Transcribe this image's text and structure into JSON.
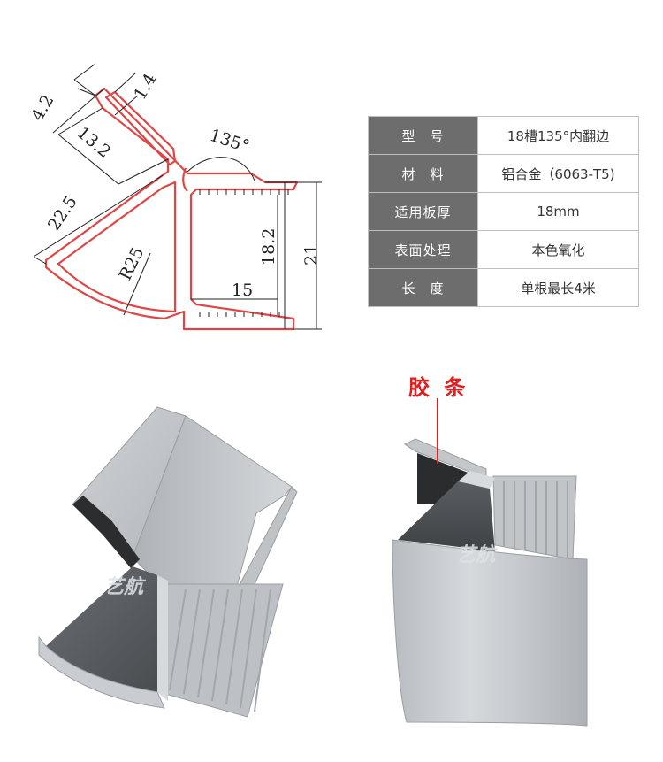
{
  "drawing": {
    "dim_4_2": "4.2",
    "dim_1_4": "1.4",
    "dim_13_2": "13.2",
    "dim_22_5": "22.5",
    "dim_135": "135°",
    "dim_r25": "R25",
    "dim_18_2": "18.2",
    "dim_21": "21",
    "dim_15": "15"
  },
  "spec_table": {
    "rows": [
      {
        "label": "型　号",
        "value": "18槽135°内翻边"
      },
      {
        "label": "材　料",
        "value": "铝合金（6063-T5)"
      },
      {
        "label": "适用板厚",
        "value": "18mm"
      },
      {
        "label": "表面处理",
        "value": "本色氧化"
      },
      {
        "label": "长　度",
        "value": "单根最长4米"
      }
    ]
  },
  "photos": {
    "right_label": "胶 条",
    "watermark": "艺航"
  },
  "colors": {
    "profile_outline": "#e04545",
    "table_label_bg": "#6d6d6d",
    "gasket_label": "#e02020",
    "aluminum": "#c4c7ca"
  }
}
